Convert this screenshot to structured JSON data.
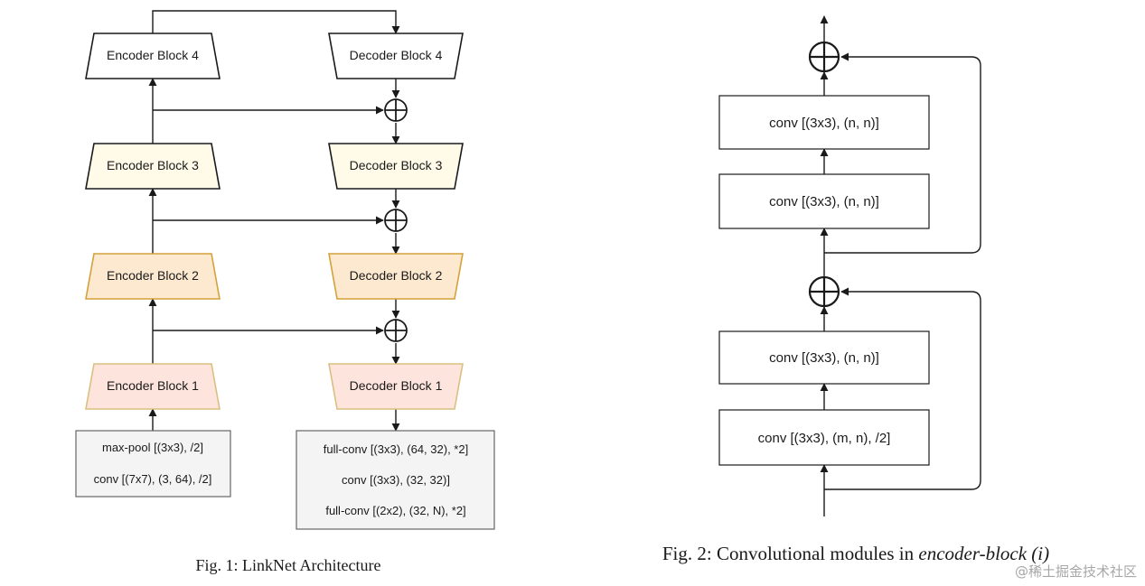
{
  "fig1": {
    "caption": "Fig. 1: LinkNet Architecture",
    "encoders": [
      {
        "label": "Encoder Block 4",
        "fill": "#ffffff",
        "stroke": "#1a1a1a"
      },
      {
        "label": "Encoder Block 3",
        "fill": "#fffbe8",
        "stroke": "#1a1a1a"
      },
      {
        "label": "Encoder Block 2",
        "fill": "#fde9d0",
        "stroke": "#d4a13a"
      },
      {
        "label": "Encoder Block 1",
        "fill": "#fde4dc",
        "stroke": "#d9c081"
      }
    ],
    "decoders": [
      {
        "label": "Decoder Block 4",
        "fill": "#ffffff",
        "stroke": "#1a1a1a"
      },
      {
        "label": "Decoder Block 3",
        "fill": "#fffbe8",
        "stroke": "#1a1a1a"
      },
      {
        "label": "Decoder Block 2",
        "fill": "#fde9d0",
        "stroke": "#d4a13a"
      },
      {
        "label": "Decoder Block 1",
        "fill": "#fde4dc",
        "stroke": "#d9c081"
      }
    ],
    "input_box": {
      "lines": [
        "max-pool [(3x3), /2]",
        "conv [(7x7), (3, 64), /2]"
      ],
      "fill": "#f4f4f4",
      "stroke": "#666666"
    },
    "output_box": {
      "lines": [
        "full-conv [(3x3), (64, 32), *2]",
        "conv [(3x3), (32, 32)]",
        "full-conv [(2x2), (32, N), *2]"
      ],
      "fill": "#f4f4f4",
      "stroke": "#666666"
    }
  },
  "fig2": {
    "caption_prefix": "Fig. 2: Convolutional modules in ",
    "caption_italic": "encoder-block (i)",
    "convs": [
      "conv [(3x3), (n, n)]",
      "conv [(3x3), (n, n)]",
      "conv [(3x3), (n, n)]",
      "conv [(3x3), (m, n), /2]"
    ]
  },
  "watermark": "@稀土掘金技术社区",
  "colors": {
    "line": "#1a1a1a",
    "text": "#1a1a1a"
  },
  "icons": {
    "add": "circle-plus-icon",
    "arrow": "arrow-head-icon"
  }
}
